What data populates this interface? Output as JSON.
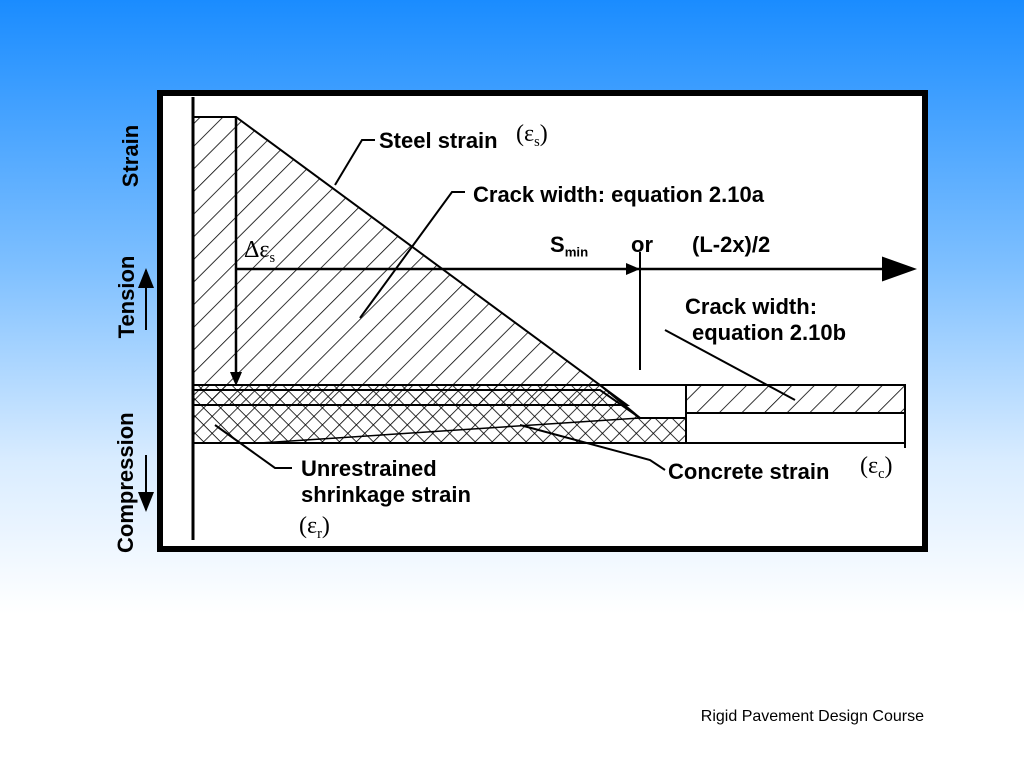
{
  "axis": {
    "strain": "Strain",
    "tension": "Tension",
    "compression": "Compression"
  },
  "labels": {
    "steel_strain": "Steel strain",
    "steel_symbol": "ε",
    "steel_sub": "s",
    "crack_width_a": "Crack width:  equation 2.10a",
    "delta_symbol": "Δε",
    "delta_sub": "s",
    "smin_main": "S",
    "smin_sub": "min",
    "or": "or",
    "l2x": "(L-2x)/2",
    "crack_width_b_line1": "Crack width:",
    "crack_width_b_line2": "equation 2.10b",
    "unrestrained_line1": "Unrestrained",
    "unrestrained_line2": "shrinkage strain",
    "shrink_symbol": "ε",
    "shrink_sub": "r",
    "concrete_strain": "Concrete strain",
    "concrete_symbol": "ε",
    "concrete_sub": "c"
  },
  "footer": "Rigid Pavement Design Course"
}
